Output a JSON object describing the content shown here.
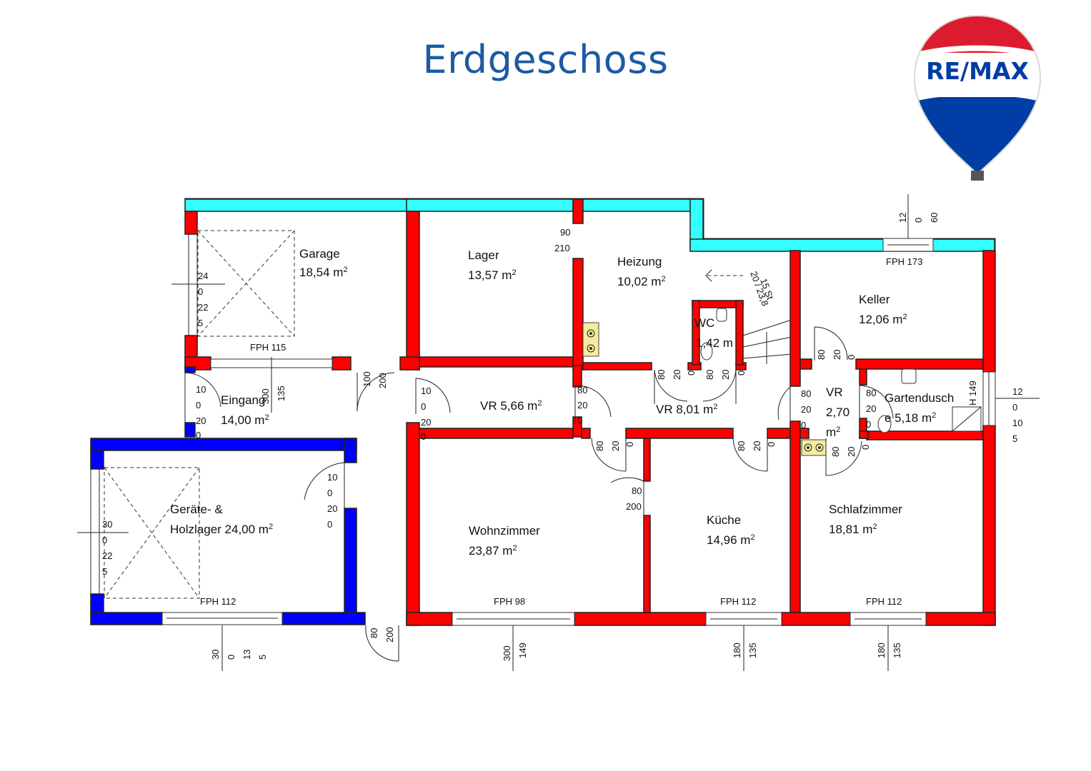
{
  "title": "Erdgeschoss",
  "logo": {
    "text": "RE/MAX",
    "colors": {
      "red": "#dc1c2e",
      "blue": "#003da5"
    }
  },
  "colors": {
    "title": "#1c5aa4",
    "wall_red": "#ff0000",
    "wall_blue": "#0000ff",
    "wall_cyan": "#33ffff"
  },
  "sup2": "2",
  "rooms": [
    {
      "id": "garage",
      "name": "Garage",
      "area": "18,54 m"
    },
    {
      "id": "lager",
      "name": "Lager",
      "area": "13,57 m"
    },
    {
      "id": "heizung",
      "name": "Heizung",
      "area": "10,02 m"
    },
    {
      "id": "wc",
      "name": "WC",
      "area": "1,42 m"
    },
    {
      "id": "keller",
      "name": "Keller",
      "area": "12,06 m"
    },
    {
      "id": "eingang",
      "name": "Eingang",
      "area": "14,00 m"
    },
    {
      "id": "vr1",
      "name": "VR 5,66 m"
    },
    {
      "id": "vr2",
      "name": "VR 8,01 m"
    },
    {
      "id": "vr3",
      "name": "VR",
      "area_line1": "2,70",
      "area_line2": "m"
    },
    {
      "id": "gartendusche",
      "name": "Gartendusch",
      "area": "e 5,18 m"
    },
    {
      "id": "geraete",
      "name": "Geräte- &",
      "area": "Holzlager 24,00 m"
    },
    {
      "id": "wohnzimmer",
      "name": "Wohnzimmer",
      "area": "23,87 m"
    },
    {
      "id": "kueche",
      "name": "Küche",
      "area": "14,96 m"
    },
    {
      "id": "schlafzimmer",
      "name": "Schlafzimmer",
      "area": "18,81 m"
    }
  ],
  "window_labels": {
    "fph115": "FPH 115",
    "fph173": "FPH 173",
    "fph112a": "FPH 112",
    "fph98": "FPH 98",
    "fph112b": "FPH 112",
    "fph112c": "FPH 112",
    "h149": "H 149"
  },
  "stair": {
    "steps": "15 St",
    "ratio": "20 / 23,8"
  },
  "dims": {
    "d90": "90",
    "d210": "210",
    "g24": "24",
    "g0": "0",
    "g22": "22",
    "g5": "5",
    "e100": "100",
    "e200": "200",
    "e10": "10",
    "e0": "0",
    "e20": "20",
    "e0b": "0",
    "e300": "300",
    "e135": "135",
    "v10": "10",
    "v0": "0",
    "v20": "20",
    "v0b": "0",
    "v80": "80",
    "v20b": "20",
    "v0c": "0",
    "h80a": "80",
    "h20a": "20",
    "h0a": "0",
    "h80b": "80",
    "h20b": "20",
    "h0b": "0",
    "k80": "80",
    "k20": "20",
    "k0": "0",
    "t12": "12",
    "t0": "0",
    "t60": "60",
    "r80": "80",
    "r20": "20",
    "r0": "0",
    "gd80": "80",
    "gd20": "20",
    "gd0": "0",
    "s12": "12",
    "s0": "0",
    "s10": "10",
    "s5": "5",
    "w80a": "80",
    "w20a": "20",
    "w0a": "0",
    "w80b": "80",
    "w20b": "20",
    "w0b": "0",
    "sz80": "80",
    "sz20": "20",
    "sz0": "0",
    "kd80": "80",
    "kd200": "200",
    "hl10": "10",
    "hl0": "0",
    "hl20": "20",
    "hl0b": "0",
    "hg30": "30",
    "hg0": "0",
    "hg22": "22",
    "hg5": "5",
    "b30": "30",
    "b0": "0",
    "b13": "13",
    "b5": "5",
    "bd80": "80",
    "bd200": "200",
    "bw300": "300",
    "bw149": "149",
    "bk180": "180",
    "bk135": "135",
    "bs180": "180",
    "bs135": "135"
  }
}
